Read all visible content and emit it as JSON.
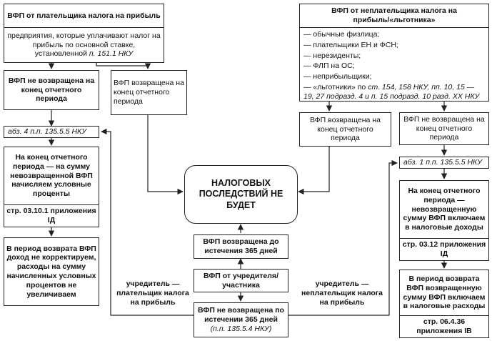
{
  "left": {
    "header": "ВФП от плательщика налога на прибыль",
    "desc_text": "предприятия, которые уплачивают налог на прибыль по основной ставке, установленной",
    "desc_ref": "п. 151.1 НКУ",
    "not_returned": "ВФП не возвращена на конец отчетного периода",
    "returned": "ВФП возвращена на конец отчетного периода",
    "ref": "абз. 4 п.п. 135.5.5 НКУ",
    "percent_title": "На конец отчетного периода — на сумму невозвращенной ВФП начисляем условные проценты",
    "line": "стр. 03.10.1 приложения ІД",
    "return_period": "В период возврата ВФП доход не корректируем, расходы на сумму начисленных условных процентов не увеличиваем"
  },
  "right": {
    "header": "ВФП от неплательщика налога на прибыль/«льготника»",
    "items": [
      "— обычные физлица;",
      "— плательщики ЕН и ФСН;",
      "— нерезиденты;",
      "— ФЛП на ОС;",
      "— неприбыльщики;"
    ],
    "last_item_prefix": "— «льготники» по",
    "last_item_ref": "ст. 154, 158 НКУ, пп. 10, 15 — 19, 27 подразд. 4 и п. 15 подразд. 10 разд. ХХ НКУ",
    "returned": "ВФП возвращена на конец отчетного периода",
    "not_returned": "ВФП не возвращена на конец отчетного периода",
    "ref": "абз. 1 п.п. 135.5.5 НКУ",
    "income_title": "На конец отчетного периода — невозвращенную сумму ВФП включаем в налоговые доходы",
    "line1": "стр. 03.12 приложения ІД",
    "expense_title": "В период возврата ВФП возвращенную сумму ВФП включаем в налоговые расходы",
    "line2": "стр. 06.4.36 приложения IВ"
  },
  "center": {
    "no_consequences": "НАЛОГОВЫХ ПОСЛЕДСТВИЙ НЕ БУДЕТ",
    "returned_365": "ВФП возвращена до истечения 365 дней",
    "from_founder": "ВФП от учредителя/ участника",
    "not_returned_365": "ВФП не возвращена по истечении 365 дней",
    "not_returned_365_ref": "(п.п. 135.5.4 НКУ)",
    "label_payer": "учредитель — плательщик налога на прибыль",
    "label_nonpayer": "учредитель — неплательщик налога на прибыль"
  }
}
